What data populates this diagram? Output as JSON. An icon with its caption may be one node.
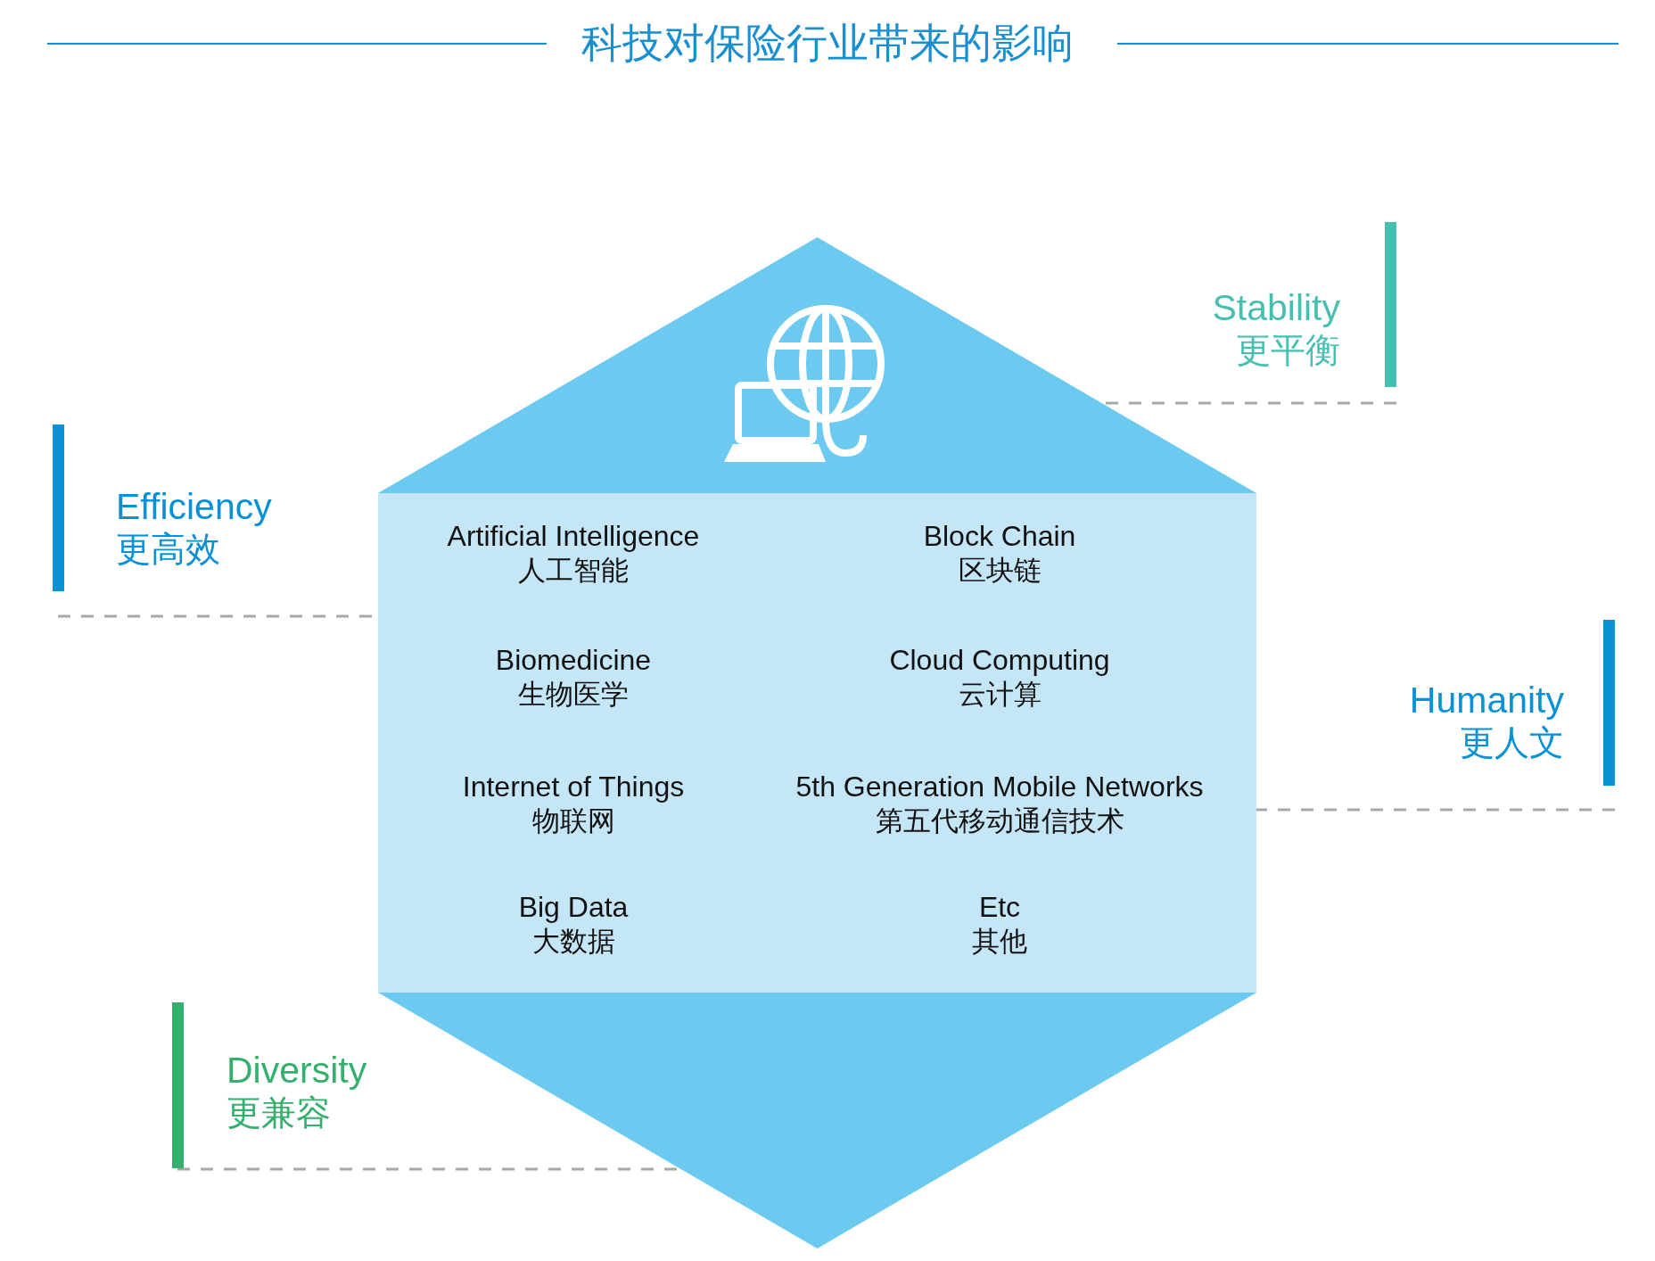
{
  "diagram": {
    "title": "科技对保险行业带来的影响",
    "nodes": [
      {
        "text": [],
        "shape": "hexagon"
      },
      {
        "text": [],
        "shape": "box",
        "in": 0
      },
      {
        "text": [
          "Artificial Intelligence",
          "人工智能"
        ],
        "in": 1
      },
      {
        "text": [
          "Block Chain",
          "区块链"
        ],
        "in": 1
      },
      {
        "text": [
          "Biomedicine",
          "生物医学"
        ],
        "in": 1
      },
      {
        "text": [
          "Cloud Computing",
          "云计算"
        ],
        "in": 1
      },
      {
        "text": [
          "Internet of Things",
          "物联网"
        ],
        "in": 1
      },
      {
        "text": [
          "5th Generation Mobile Networks",
          "第五代移动通信技术"
        ],
        "in": 1
      },
      {
        "text": [
          "Big Data",
          "大数据"
        ],
        "in": 1
      },
      {
        "text": [
          "Etc",
          "其他"
        ],
        "in": 1
      },
      {
        "text": [
          "Stability",
          "更平衡"
        ]
      },
      {
        "text": [
          "Efficiency",
          "更高效"
        ]
      },
      {
        "text": [
          "Humanity",
          "更人文"
        ]
      },
      {
        "text": [
          "Diversity",
          "更兼容"
        ]
      }
    ],
    "edges": [
      {
        "from": 10,
        "to": 0,
        "arrow": "none",
        "style": "dashed"
      },
      {
        "from": 11,
        "to": 0,
        "arrow": "none",
        "style": "dashed"
      },
      {
        "from": 12,
        "to": 0,
        "arrow": "none",
        "style": "dashed"
      },
      {
        "from": 13,
        "to": 0,
        "arrow": "none",
        "style": "dashed"
      }
    ]
  }
}
